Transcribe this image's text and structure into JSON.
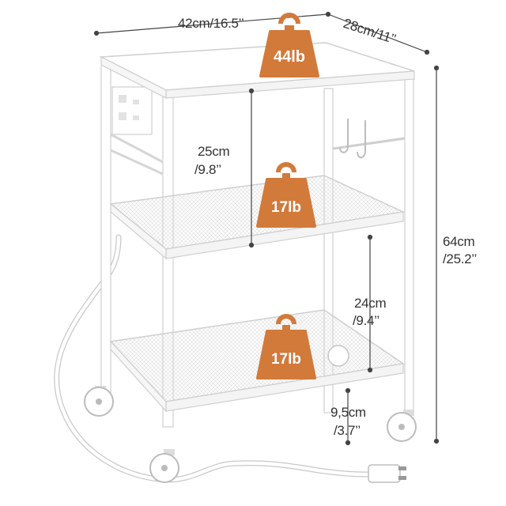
{
  "dimensions": {
    "width": "42cm/16.5’’",
    "depth": "28cm/11’’",
    "height_cm": "64cm",
    "height_in": "/25.2’’",
    "top_gap_cm": "25cm",
    "top_gap_in": "/9.8’’",
    "lower_gap_cm": "24cm",
    "lower_gap_in": "/9.4’’",
    "clearance_cm": "9,5cm",
    "clearance_in": "/3.7’’"
  },
  "load_ratings": {
    "top_shelf": "44lb",
    "middle_shelf": "17lb",
    "bottom_shelf": "17lb"
  },
  "colors": {
    "weight_icon": "#d27a3a",
    "frame": "#ffffff",
    "outline": "#c9c9c9",
    "dim_line": "#444444"
  }
}
